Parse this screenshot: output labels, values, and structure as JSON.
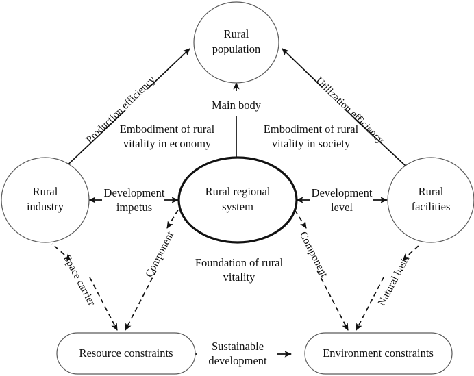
{
  "diagram": {
    "title": "Rural regional system conceptual framework",
    "colors": {
      "background": "#ffffff",
      "thin_stroke": "#5a5a5a",
      "thick_stroke": "#111111",
      "edge": "#111111",
      "text": "#111111"
    },
    "nodes": {
      "rural_population": {
        "line1": "Rural",
        "line2": "population",
        "shape": "circle"
      },
      "rural_industry": {
        "line1": "Rural",
        "line2": "industry",
        "shape": "circle"
      },
      "rural_facilities": {
        "line1": "Rural",
        "line2": "facilities",
        "shape": "circle"
      },
      "rural_regional_system": {
        "line1": "Rural regional",
        "line2": "system",
        "shape": "ellipse-bold"
      },
      "resource_constraints": {
        "line1": "Resource constraints",
        "shape": "rounded-rect"
      },
      "environment_constraints": {
        "line1": "Environment constraints",
        "shape": "rounded-rect"
      }
    },
    "edge_labels": {
      "production_efficiency": "Production efficiency",
      "utilization_efficiency": "Utilization efficiency",
      "main_body": "Main body",
      "development_impetus_l1": "Development",
      "development_impetus_l2": "impetus",
      "development_level_l1": "Development",
      "development_level_l2": "level",
      "space_carrier": "Space carrier",
      "component_left": "Component",
      "component_right": "Component",
      "natural_basis": "Natural basis",
      "sustainable_development_l1": "Sustainable",
      "sustainable_development_l2": "development"
    },
    "free_labels": {
      "embodiment_economy_l1": "Embodiment of rural",
      "embodiment_economy_l2": "vitality in economy",
      "embodiment_society_l1": "Embodiment of rural",
      "embodiment_society_l2": "vitality in society",
      "foundation_l1": "Foundation of rural",
      "foundation_l2": "vitality"
    }
  }
}
